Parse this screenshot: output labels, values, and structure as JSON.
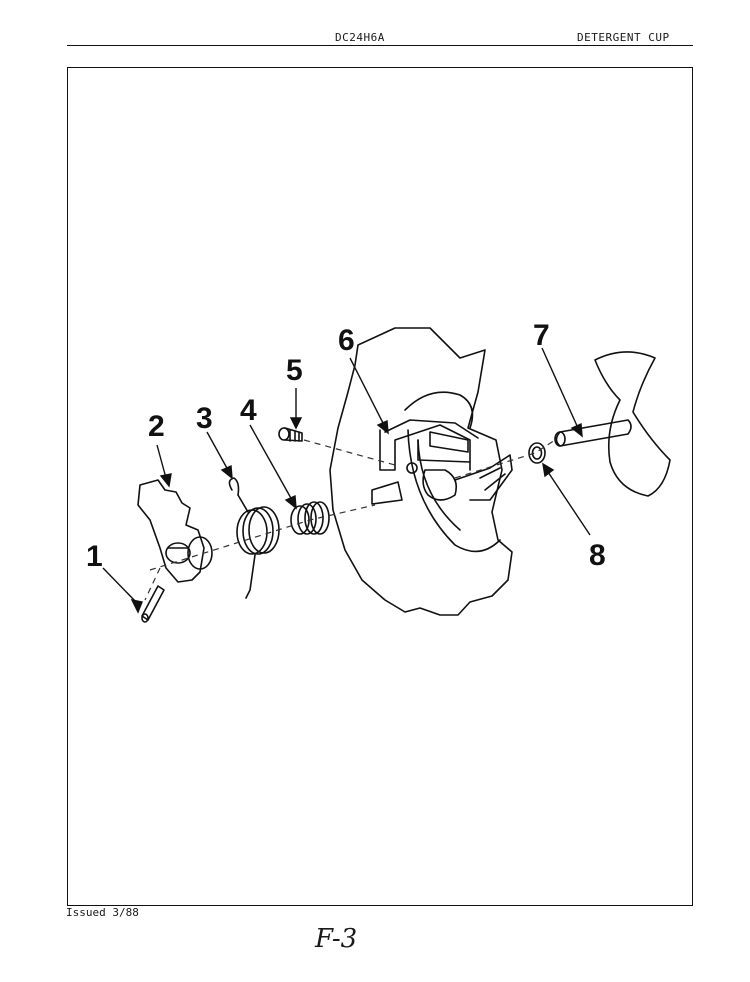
{
  "header": {
    "model_number": "DC24H6A",
    "section_title": "DETERGENT CUP"
  },
  "diagram": {
    "callouts": [
      "1",
      "2",
      "3",
      "4",
      "5",
      "6",
      "7",
      "8"
    ]
  },
  "footer": {
    "issued": "Issued 3/88",
    "page_mark": "F-3"
  }
}
